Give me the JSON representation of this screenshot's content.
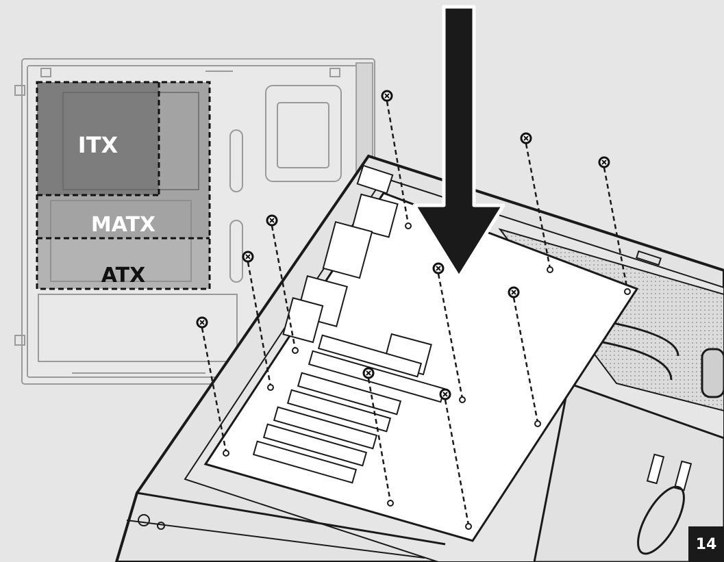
{
  "labels": {
    "itx": "ITX",
    "matx": "MATX",
    "atx": "ATX"
  },
  "step_number": "14",
  "icons": [
    "screw-icon",
    "down-arrow-icon"
  ],
  "colors": {
    "background": "#e6e6e6",
    "itx_zone": "#7d7d7d",
    "matx_zone": "#a3a3a3",
    "atx_zone": "#b3b3b3",
    "board": "#ffffff",
    "line": "#1a1a1a",
    "badge": "#1a1a1a"
  }
}
